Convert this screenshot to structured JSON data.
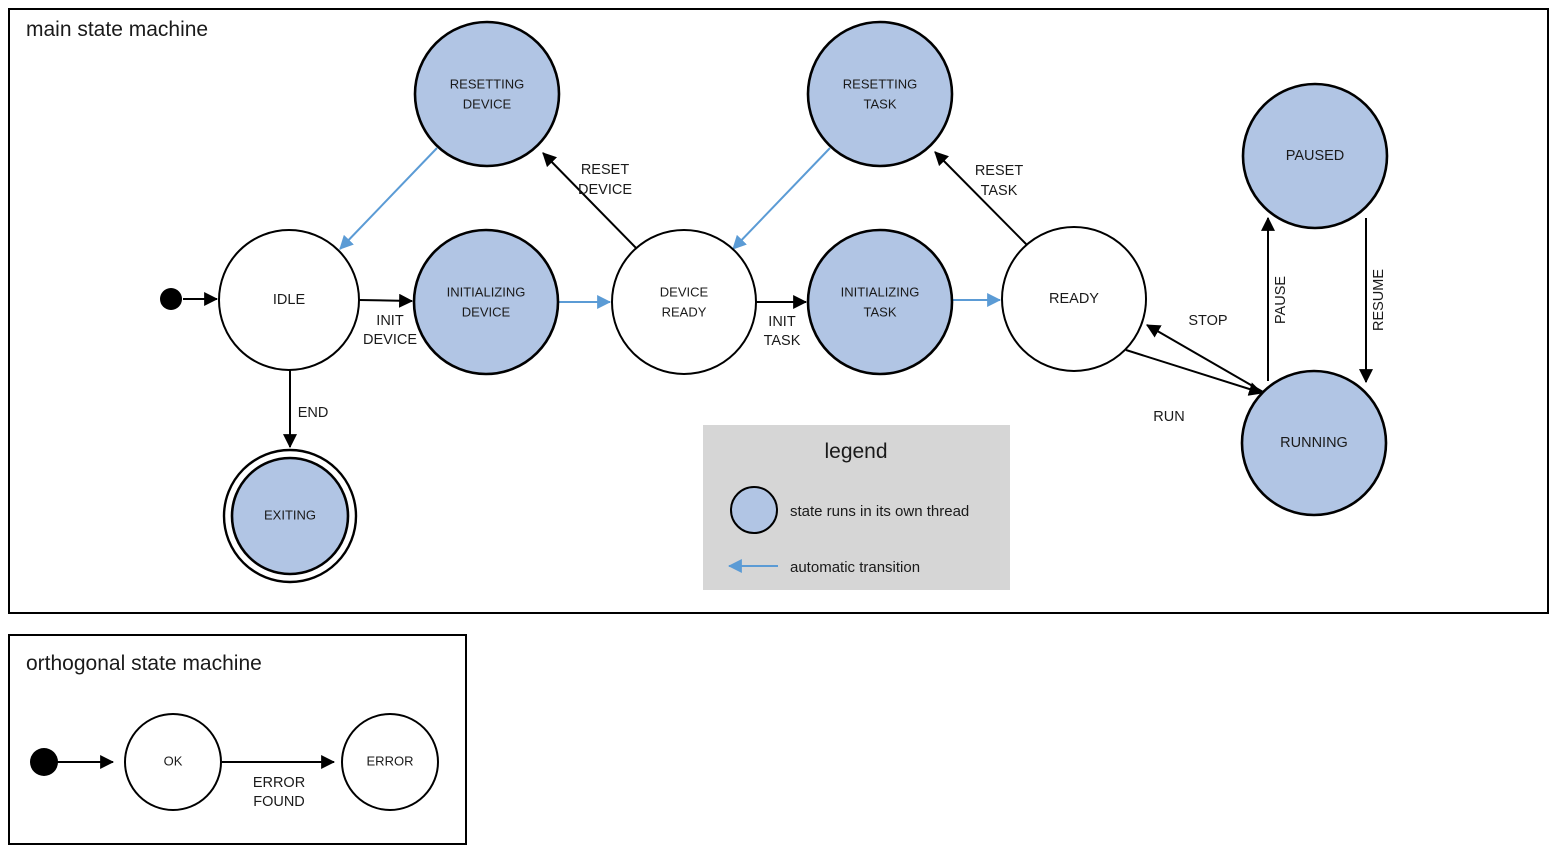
{
  "diagram": {
    "type": "state-machine",
    "colors": {
      "thread_state_fill": "#b1c5e4",
      "plain_state_fill": "#ffffff",
      "stroke": "#000000",
      "automatic_transition": "#5b9bd5",
      "legend_background": "#d6d6d6"
    },
    "frames": [
      {
        "key": "main",
        "title": "main state machine"
      },
      {
        "key": "orthogonal",
        "title": "orthogonal state machine"
      }
    ],
    "main": {
      "title": "main state machine",
      "states": [
        {
          "id": "idle",
          "label": "IDLE",
          "label_lines": [
            "IDLE"
          ],
          "thread": false,
          "final": false
        },
        {
          "id": "initializing-device",
          "label": "INITIALIZING DEVICE",
          "label_lines": [
            "INITIALIZING",
            "DEVICE"
          ],
          "thread": true,
          "final": false
        },
        {
          "id": "resetting-device",
          "label": "RESETTING DEVICE",
          "label_lines": [
            "RESETTING",
            "DEVICE"
          ],
          "thread": true,
          "final": false
        },
        {
          "id": "device-ready",
          "label": "DEVICE READY",
          "label_lines": [
            "DEVICE",
            "READY"
          ],
          "thread": false,
          "final": false
        },
        {
          "id": "initializing-task",
          "label": "INITIALIZING TASK",
          "label_lines": [
            "INITIALIZING",
            "TASK"
          ],
          "thread": true,
          "final": false
        },
        {
          "id": "resetting-task",
          "label": "RESETTING TASK",
          "label_lines": [
            "RESETTING",
            "TASK"
          ],
          "thread": true,
          "final": false
        },
        {
          "id": "ready",
          "label": "READY",
          "label_lines": [
            "READY"
          ],
          "thread": false,
          "final": false
        },
        {
          "id": "running",
          "label": "RUNNING",
          "label_lines": [
            "RUNNING"
          ],
          "thread": true,
          "final": false
        },
        {
          "id": "paused",
          "label": "PAUSED",
          "label_lines": [
            "PAUSED"
          ],
          "thread": true,
          "final": false
        },
        {
          "id": "exiting",
          "label": "EXITING",
          "label_lines": [
            "EXITING"
          ],
          "thread": true,
          "final": true
        }
      ],
      "transitions": [
        {
          "from": "start",
          "to": "idle",
          "label": "",
          "label_lines": [],
          "automatic": false
        },
        {
          "from": "idle",
          "to": "initializing-device",
          "label": "INIT DEVICE",
          "label_lines": [
            "INIT",
            "DEVICE"
          ],
          "automatic": false
        },
        {
          "from": "initializing-device",
          "to": "device-ready",
          "label": "",
          "label_lines": [],
          "automatic": true
        },
        {
          "from": "device-ready",
          "to": "resetting-device",
          "label": "RESET DEVICE",
          "label_lines": [
            "RESET",
            "DEVICE"
          ],
          "automatic": false
        },
        {
          "from": "resetting-device",
          "to": "idle",
          "label": "",
          "label_lines": [],
          "automatic": true
        },
        {
          "from": "device-ready",
          "to": "initializing-task",
          "label": "INIT TASK",
          "label_lines": [
            "INIT",
            "TASK"
          ],
          "automatic": false
        },
        {
          "from": "initializing-task",
          "to": "ready",
          "label": "",
          "label_lines": [],
          "automatic": true
        },
        {
          "from": "ready",
          "to": "resetting-task",
          "label": "RESET TASK",
          "label_lines": [
            "RESET",
            "TASK"
          ],
          "automatic": false
        },
        {
          "from": "resetting-task",
          "to": "device-ready",
          "label": "",
          "label_lines": [],
          "automatic": true
        },
        {
          "from": "ready",
          "to": "running",
          "label": "RUN",
          "label_lines": [
            "RUN"
          ],
          "automatic": false
        },
        {
          "from": "running",
          "to": "ready",
          "label": "STOP",
          "label_lines": [
            "STOP"
          ],
          "automatic": false
        },
        {
          "from": "running",
          "to": "paused",
          "label": "PAUSE",
          "label_lines": [
            "PAUSE"
          ],
          "automatic": false
        },
        {
          "from": "paused",
          "to": "running",
          "label": "RESUME",
          "label_lines": [
            "RESUME"
          ],
          "automatic": false
        },
        {
          "from": "idle",
          "to": "exiting",
          "label": "END",
          "label_lines": [
            "END"
          ],
          "automatic": false
        }
      ],
      "edge_labels": {
        "init_device": "INIT DEVICE",
        "init_device_l1": "INIT",
        "init_device_l2": "DEVICE",
        "reset_device_l1": "RESET",
        "reset_device_l2": "DEVICE",
        "init_task_l1": "INIT",
        "init_task_l2": "TASK",
        "reset_task_l1": "RESET",
        "reset_task_l2": "TASK",
        "run": "RUN",
        "stop": "STOP",
        "pause": "PAUSE",
        "resume": "RESUME",
        "end": "END"
      },
      "state_labels": {
        "idle": "IDLE",
        "initializing_device_l1": "INITIALIZING",
        "initializing_device_l2": "DEVICE",
        "resetting_device_l1": "RESETTING",
        "resetting_device_l2": "DEVICE",
        "device_ready_l1": "DEVICE",
        "device_ready_l2": "READY",
        "initializing_task_l1": "INITIALIZING",
        "initializing_task_l2": "TASK",
        "resetting_task_l1": "RESETTING",
        "resetting_task_l2": "TASK",
        "ready": "READY",
        "running": "RUNNING",
        "paused": "PAUSED",
        "exiting": "EXITING"
      }
    },
    "legend": {
      "title": "legend",
      "items": [
        {
          "kind": "swatch",
          "label": "state runs in its own thread"
        },
        {
          "kind": "arrow",
          "label": "automatic transition"
        }
      ],
      "item_thread_label": "state runs in its own thread",
      "item_auto_label": "automatic transition"
    },
    "orthogonal": {
      "title": "orthogonal state machine",
      "states": [
        {
          "id": "ok",
          "label": "OK",
          "thread": false,
          "final": false
        },
        {
          "id": "error",
          "label": "ERROR",
          "thread": false,
          "final": false
        }
      ],
      "transitions": [
        {
          "from": "start",
          "to": "ok",
          "label": "",
          "label_lines": [],
          "automatic": false
        },
        {
          "from": "ok",
          "to": "error",
          "label": "ERROR FOUND",
          "label_lines": [
            "ERROR",
            "FOUND"
          ],
          "automatic": false
        }
      ],
      "state_labels": {
        "ok": "OK",
        "error": "ERROR"
      },
      "edge_labels": {
        "error_found_l1": "ERROR",
        "error_found_l2": "FOUND"
      }
    }
  }
}
